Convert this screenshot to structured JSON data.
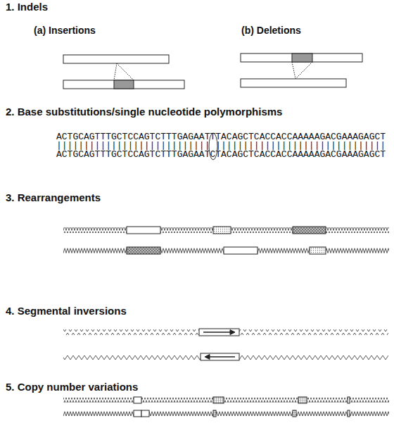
{
  "diagram": {
    "labels": [
      "1. Indels",
      "(a) Insertions",
      "(b) Deletions",
      "2. Base substitutions/single nucleotide polymorphisms",
      "ACTGCAGTTTGCTCCAGTCTTTGAGAATTTACAGCTCACCACCAAAAAGACGAAAGAGCT",
      "|||||||||||||||||||||||||||| |||||||||||||||||||||||||||||||",
      "ACTGCAGTTTGCTCCAGTCTTTGAGAATCTACAGCTCACCACCAAAAAGACGAAAGAGCT",
      "3. Rearrangements",
      "4. Segmental inversions",
      "5. Copy number variations"
    ]
  }
}
